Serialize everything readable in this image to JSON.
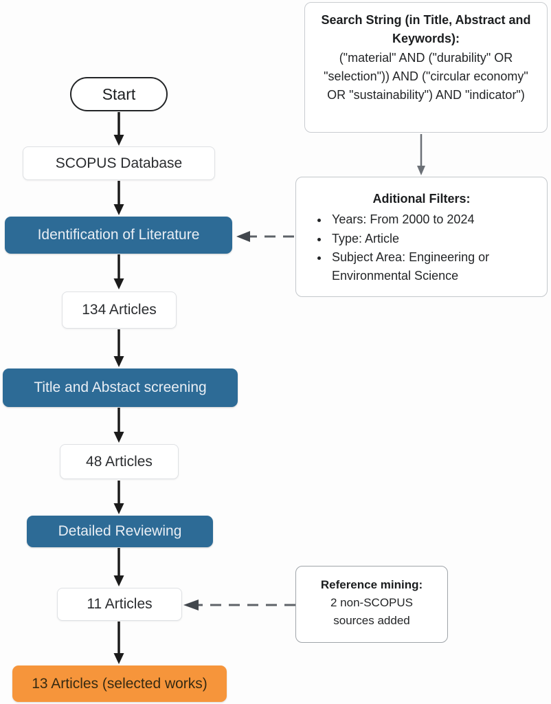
{
  "figure": {
    "description_label": "Literature selection flowchart"
  },
  "colors": {
    "process_blue": "#2d6b96",
    "final_orange": "#f6953b",
    "arrow_black": "#1b1b1b",
    "arrow_gray": "#5d6268",
    "background": "#fdfdfd"
  },
  "flow": {
    "start_label": "Start",
    "nodes": [
      {
        "id": "scopus",
        "label": "SCOPUS Database",
        "type": "io"
      },
      {
        "id": "identification",
        "label": "Identification of Literature",
        "type": "process"
      },
      {
        "id": "n134",
        "label": "134 Articles",
        "type": "io"
      },
      {
        "id": "screening",
        "label": "Title and Abstact screening",
        "type": "process"
      },
      {
        "id": "n48",
        "label": "48 Articles",
        "type": "io"
      },
      {
        "id": "review",
        "label": "Detailed Reviewing",
        "type": "process"
      },
      {
        "id": "n11",
        "label": "11 Articles",
        "type": "io"
      },
      {
        "id": "final",
        "label": "13 Articles (selected works)",
        "type": "final"
      }
    ]
  },
  "notes": {
    "search": {
      "title": "Search String (in Title, Abstract and Keywords):",
      "body": "(\"material\" AND (\"durability\" OR \"selection\")) AND (\"circular economy\" OR \"sustainability\") AND \"indicator\")"
    },
    "filters": {
      "title": "Aditional Filters:",
      "items": [
        "Years: From 2000 to 2024",
        "Type: Article",
        "Subject Area: Engineering or Environmental Science"
      ]
    },
    "mining": {
      "title": "Reference mining:",
      "body": "2 non-SCOPUS sources added"
    }
  }
}
